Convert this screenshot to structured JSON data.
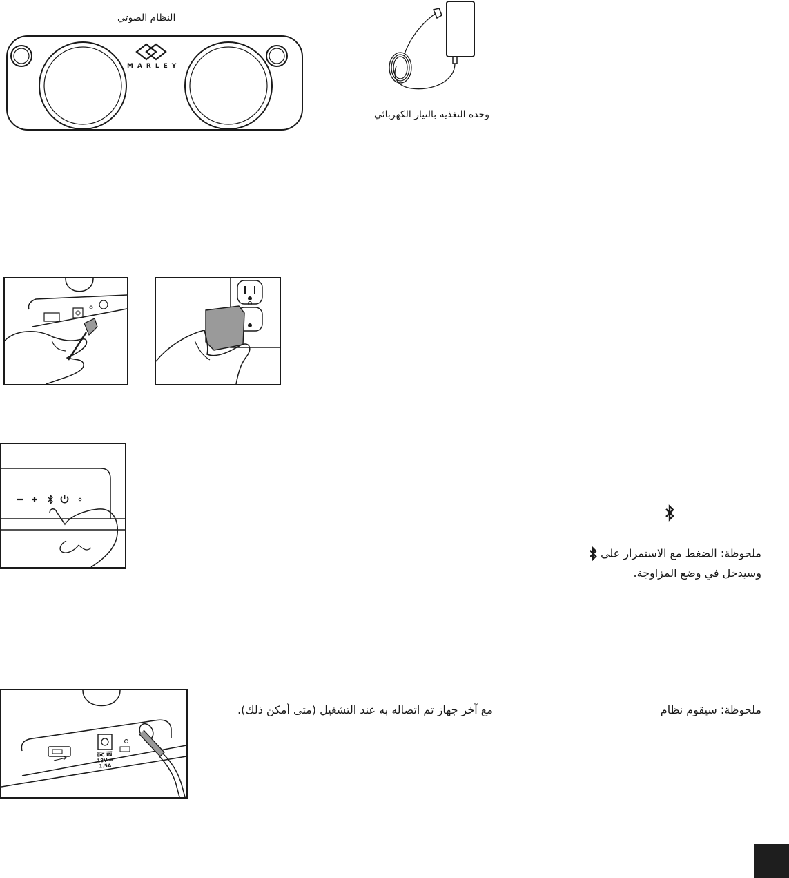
{
  "components": {
    "speaker_caption": "النظام الصوتي",
    "speaker_brand": "MARLEY",
    "adapter_caption": "وحدة التغذية بالتيار الكهربائي"
  },
  "figures": {
    "port_labels": {
      "dc_in": "DC IN",
      "dc_rating": "18V ⎓ 1.5A"
    }
  },
  "notes": {
    "pairing_line1": "ملحوظة: الضغط مع الاستمرار على",
    "pairing_line2": "وسيدخل في وضع المزاوجة.",
    "reconnect_part1": "ملحوظة: سيقوم نظام",
    "reconnect_part2": "مع آخر جهاز تم اتصاله به عند التشغيل (متى أمكن ذلك)."
  },
  "icons": {
    "bluetooth": "bluetooth-icon",
    "power": "power-icon"
  },
  "colors": {
    "line": "#1a1a1a",
    "page_tab": "#1e1e1e"
  }
}
